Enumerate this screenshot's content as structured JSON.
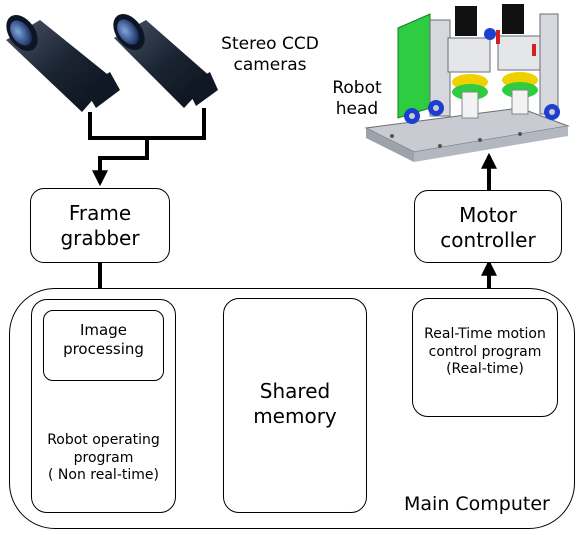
{
  "cameras": {
    "label_line1": "Stereo CCD",
    "label_line2": "cameras"
  },
  "robot_head": {
    "label_line1": "Robot",
    "label_line2": "head"
  },
  "frame_grabber": {
    "line1": "Frame",
    "line2": "grabber"
  },
  "motor_controller": {
    "line1": "Motor",
    "line2": "controller"
  },
  "main_computer": {
    "label": "Main Computer"
  },
  "image_processing": {
    "line1": "Image",
    "line2": "processing"
  },
  "robot_operating_program": {
    "line1": "Robot operating",
    "line2": "program",
    "line3": "( Non real-time)"
  },
  "shared_memory": {
    "line1": "Shared",
    "line2": "memory"
  },
  "motion_control": {
    "line1": "Real-Time motion",
    "line2": "control program",
    "line3": "(Real-time)"
  },
  "colors": {
    "line": "#000000",
    "camera_body": "#1b2433",
    "camera_lens": "#3a6bb0",
    "head_frame": "#c8cbd2",
    "head_green": "#2ecc40",
    "head_yellow": "#f0d000",
    "head_blue": "#1d3fd0"
  }
}
